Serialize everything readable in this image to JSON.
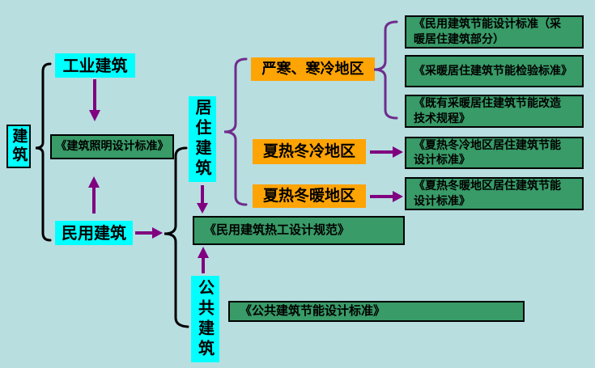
{
  "colors": {
    "background": "#b8dee0",
    "category_fill": "#00ffff",
    "zone_fill": "#ffa405",
    "standard_fill": "#389b68",
    "arrow": "#800080",
    "brace_black": "#000000",
    "brace_purple": "#702c8c",
    "text": "#000000",
    "border": "#000000"
  },
  "nodes": {
    "root": "建筑",
    "industrial": "工业建筑",
    "civil": "民用建筑",
    "residential": "居住建筑",
    "public": "公共建筑",
    "lighting_std": "《建筑照明设计标准》",
    "zone_severe_cold": "严寒、寒冷地区",
    "zone_hot_summer_cold_winter": "夏热冬冷地区",
    "zone_hot_summer_warm_winter": "夏热冬暖地区",
    "std_heating_design": "《民用建筑节能设计标准（采\n暖居住建筑部分）",
    "std_heating_inspection": "《采暖居住建筑节能检验标准》",
    "std_retrofit": "《既有采暖居住建筑节能改造\n技术规程》",
    "std_hscw_residential": "《夏热冬冷地区居住建筑节能\n设计标准》",
    "std_hsww_residential": "《夏热冬暖地区居住建筑节能\n设计标准》",
    "std_thermal": "《民用建筑热工设计规范》",
    "std_public": "《公共建筑节能设计标准》"
  }
}
